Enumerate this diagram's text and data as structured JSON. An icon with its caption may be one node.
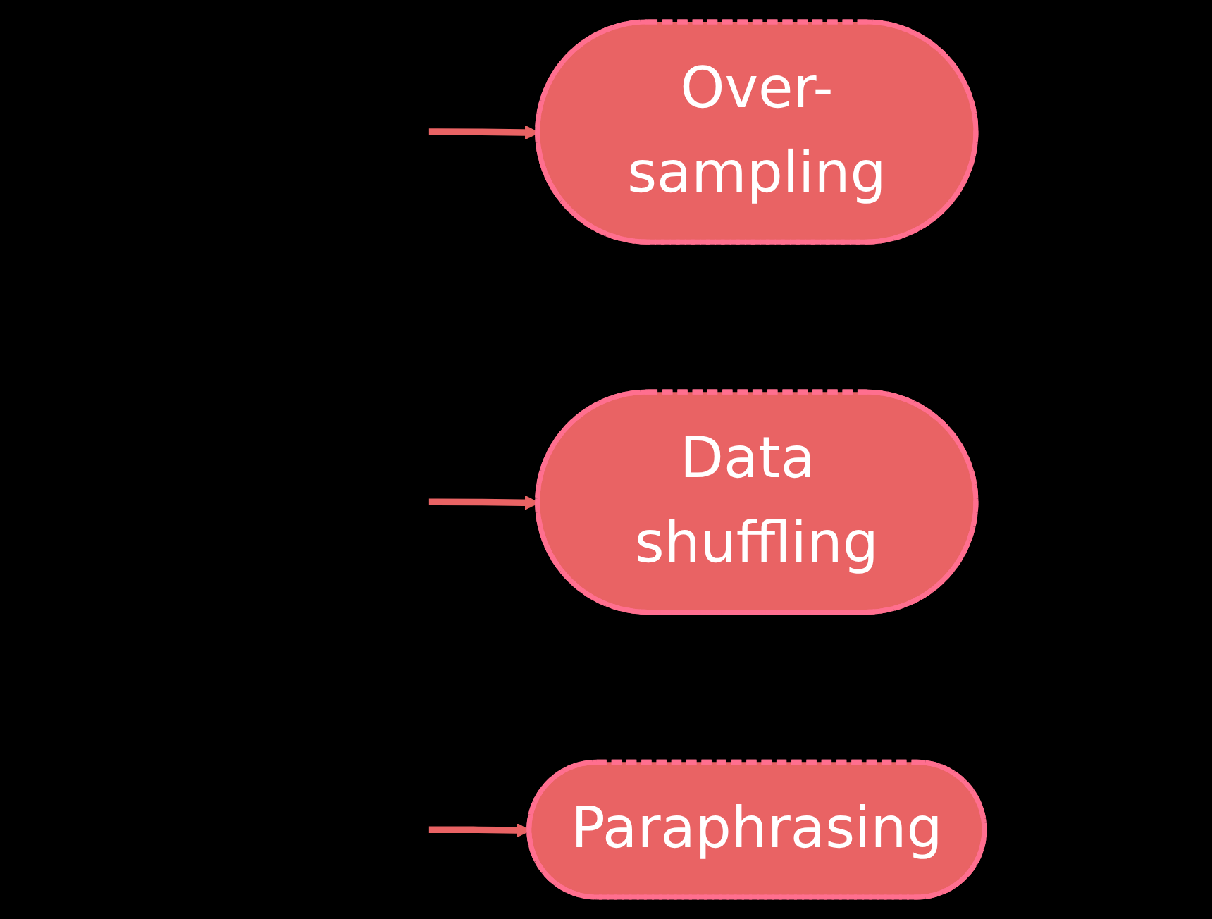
{
  "diagram": {
    "nodes": [
      {
        "text": [
          "Over-sampling"
        ]
      },
      {
        "text": [
          "Data shuffling"
        ]
      },
      {
        "text": [
          "Paraphrasing"
        ]
      }
    ],
    "edges": [
      {
        "from": null,
        "to": 0,
        "arrow": "to"
      },
      {
        "from": null,
        "to": 1,
        "arrow": "to"
      },
      {
        "from": null,
        "to": 2,
        "arrow": "to"
      }
    ]
  }
}
